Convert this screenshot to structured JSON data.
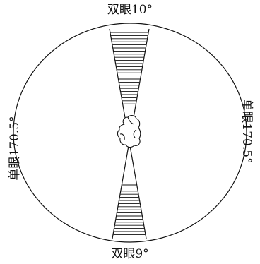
{
  "labels": {
    "top": "双眼10°",
    "bottom": "双眼9°",
    "left": "单眼170.5°",
    "right": "单眼170.5°"
  },
  "colors": {
    "stroke": "#111111",
    "background": "#ffffff"
  }
}
